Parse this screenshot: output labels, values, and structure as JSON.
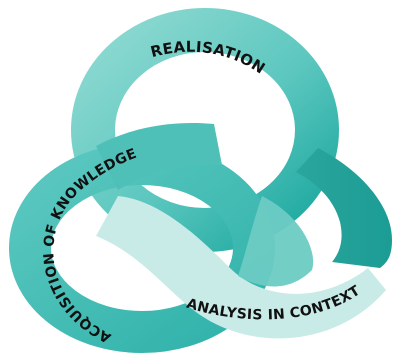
{
  "labels": {
    "realisation": "REALISATION",
    "acquisition": "ACQUISITION OF KNOWLEDGE",
    "analysis": "ANALYSIS IN CONTEXT"
  },
  "colors": {
    "realisation_light": "#7fd3cb",
    "realisation_dark": "#1aa79e",
    "acquisition": "#4fc0b8",
    "acquisition_dark": "#2fb2aa",
    "analysis": "#c9ebe8",
    "analysis_edge": "#a9dfda",
    "background": "#ffffff"
  },
  "loops": [
    {
      "name": "realisation"
    },
    {
      "name": "acquisition"
    },
    {
      "name": "analysis"
    }
  ]
}
